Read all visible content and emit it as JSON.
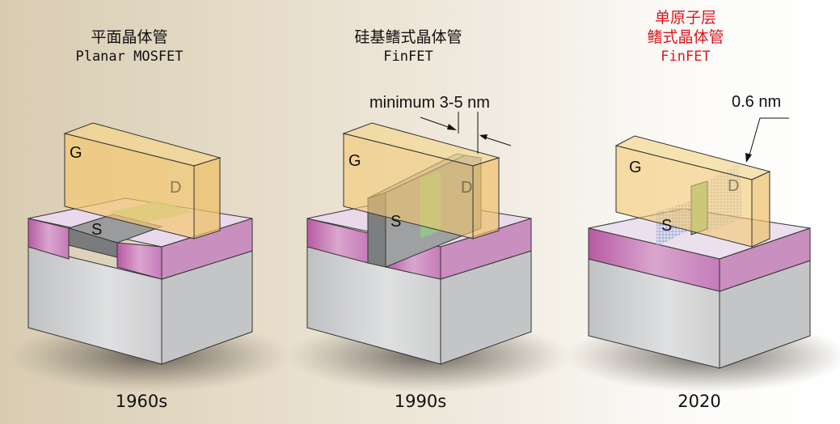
{
  "panels": [
    {
      "title_cn": "平面晶体管",
      "title_en": "Planar MOSFET",
      "year": "1960s"
    },
    {
      "title_cn": "硅基鳍式晶体管",
      "title_en": "FinFET",
      "year": "1990s",
      "dimension": "minimum 3-5 nm"
    },
    {
      "title_cn1": "单原子层",
      "title_cn2": "鳍式晶体管",
      "title_en": "FinFET",
      "year": "2020",
      "dimension": "0.6 nm"
    }
  ],
  "labels": {
    "gate": "G",
    "source": "S",
    "drain": "D"
  },
  "colors": {
    "highlight": "#e0141e",
    "gate": "#f5c865",
    "oxide": "#c887bd",
    "substrate": "#c9cacb",
    "channel": "#8fc98a"
  }
}
